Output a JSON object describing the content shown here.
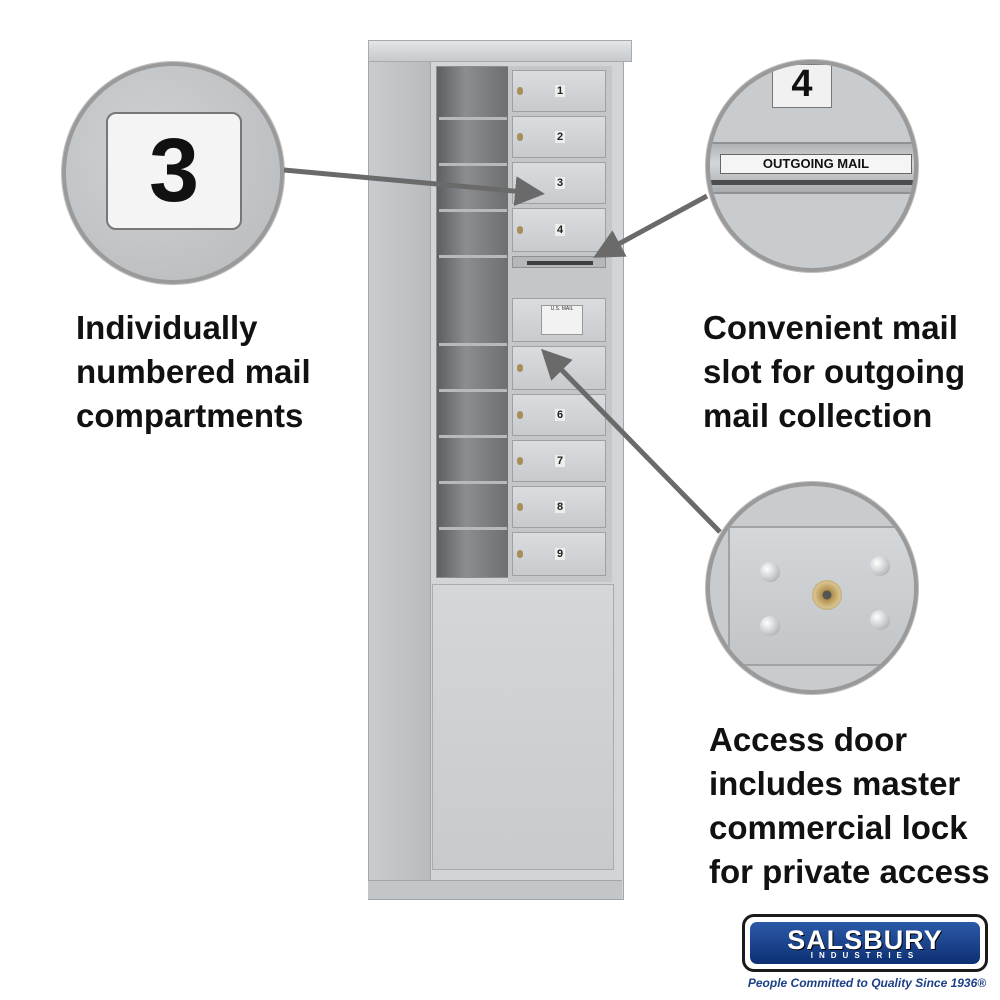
{
  "callouts": {
    "left": {
      "number": "3",
      "caption": [
        "Individually",
        "numbered mail",
        "compartments"
      ]
    },
    "top_right": {
      "number": "4",
      "label": "OUTGOING MAIL",
      "caption": [
        "Convenient mail",
        "slot for outgoing",
        "mail collection"
      ]
    },
    "bottom_right": {
      "caption": [
        "Access door",
        "includes master",
        "commercial lock",
        "for private access"
      ]
    }
  },
  "mailbox": {
    "door_numbers": [
      "1",
      "2",
      "3",
      "4",
      "6",
      "7",
      "8",
      "9"
    ],
    "access_label": "U.S. MAIL"
  },
  "logo": {
    "name": "SALSBURY",
    "sub": "INDUSTRIES",
    "tagline": "People Committed to Quality Since 1936®"
  },
  "colors": {
    "brand_blue": "#1c3f86",
    "metal": "#d2d5d7",
    "arrow": "#666666"
  }
}
